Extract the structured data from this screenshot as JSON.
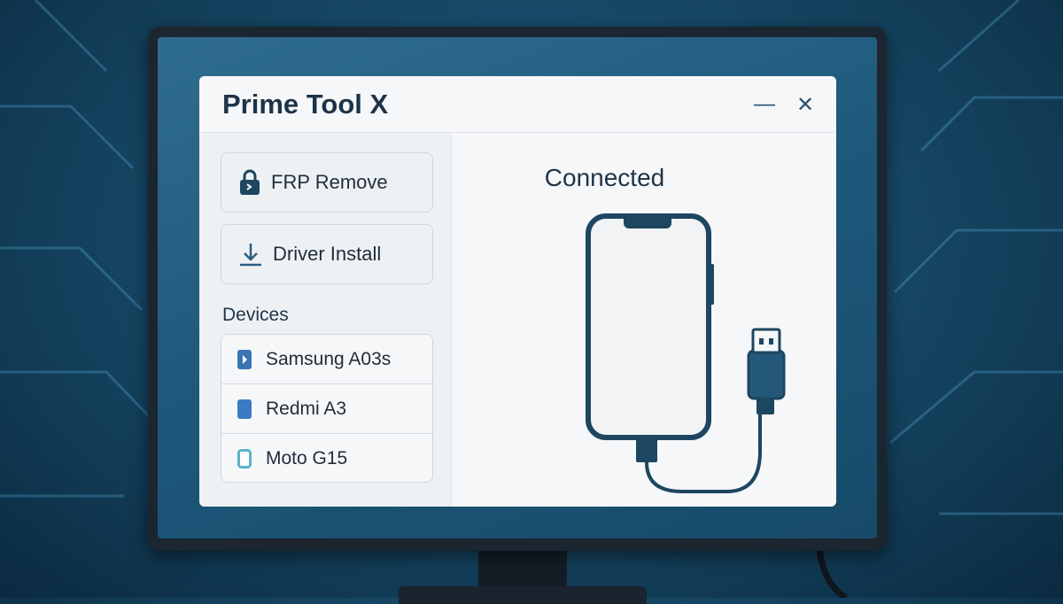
{
  "window": {
    "title": "Prime Tool X",
    "minimize_icon": "minimize-icon",
    "close_icon": "close-icon"
  },
  "sidebar": {
    "actions": [
      {
        "label": "FRP Remove",
        "icon": "lock-icon"
      },
      {
        "label": "Driver Install",
        "icon": "download-icon"
      }
    ],
    "devices_heading": "Devices",
    "devices": [
      {
        "label": "Samsung A03s",
        "icon": "device-icon"
      },
      {
        "label": "Redmi A3",
        "icon": "device-icon"
      },
      {
        "label": "Moto G15",
        "icon": "device-icon"
      }
    ]
  },
  "main": {
    "status": "Connected"
  },
  "colors": {
    "accent": "#1d4660",
    "device1": "#3b74b5",
    "device2": "#3a7cc4",
    "device3": "#5bb3c7"
  }
}
